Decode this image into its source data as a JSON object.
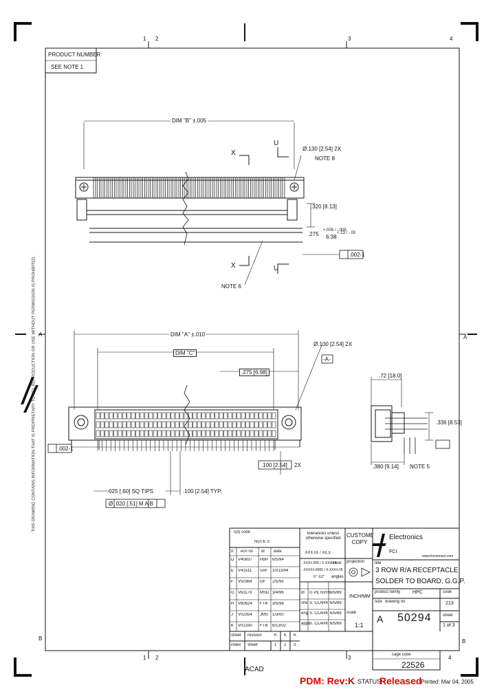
{
  "zones": {
    "top": [
      "1",
      "2",
      "3",
      "4"
    ],
    "bottom": [
      "1",
      "2",
      "3",
      "4"
    ],
    "rows": [
      "A",
      "B"
    ]
  },
  "product_box": {
    "title": "PRODUCT NUMBER",
    "value": "SEE NOTE 1"
  },
  "top_view": {
    "dim_b": "DIM \"B\" ±.005",
    "hole": "Ø.130 [2.54] 2X",
    "note8": "NOTE 8",
    "x_top": "X",
    "u_top": "U",
    "dim_320": ".320 [8.13]",
    "dim_275": ".275",
    "tol_275": "+.005 / -.005",
    "dim_638": "6.38",
    "tol_638": "+.13 / -.00",
    "flat": ".002-1",
    "x_bot": "X",
    "u_bot": "U",
    "note6": "NOTE 6"
  },
  "front_view": {
    "dim_a": "DIM \"A\" ±.010",
    "dim_c": "DIM \"C\"",
    "dim_275": ".275 [6.98]",
    "hole": "Ø.100 [2.54] 2X",
    "datum": "-A-",
    "flat": ".002-1",
    "dim_100_2x": ".100 [2.54]",
    "two_x": "2X",
    "dim_025": ".025 [.60] SQ TIPS",
    "dim_100_typ": ".100 [2.54] TYP.",
    "tolerance": "Ø .020 [.51] M A B"
  },
  "side_view": {
    "dim_72": ".72 [18.0]",
    "dim_336": ".336 [8.53]",
    "dim_380": ".380 [9.14]",
    "note5": "NOTE 5"
  },
  "title_block": {
    "rohs": "r(d) code",
    "note3": "NOTE 3",
    "rev_headers": [
      "tr",
      "ecn no",
      "dr",
      "date"
    ],
    "revisions": [
      {
        "tr": "D",
        "ecn": "V40837",
        "dr": "PBP",
        "date": "6/5/94"
      },
      {
        "tr": "E",
        "ecn": "V41511",
        "dr": "SAF",
        "date": "10/13/94"
      },
      {
        "tr": "F",
        "ecn": "V50364",
        "dr": "GF",
        "date": "2/5/95"
      },
      {
        "tr": "G",
        "ecn": "V61173",
        "dr": "MSD",
        "date": "3/4/96"
      },
      {
        "tr": "H",
        "ecn": "V80624",
        "dr": "FTB",
        "date": "3/5/98"
      },
      {
        "tr": "J",
        "ecn": "V02354",
        "dr": "JMS",
        "date": "1/3/00"
      },
      {
        "tr": "K",
        "ecn": "V01330",
        "dr": "FTB",
        "date": "6/13/02"
      }
    ],
    "tolerances_title": "tolerances unless otherwise specified",
    "tol_lines": [
      ".XX±.01 / X±.3",
      ".XXX±.005 / X.XX±.13",
      ".XXXX±.0005 / X.XXX±.05"
    ],
    "tol_row_label": "linear",
    "angles_label": "angles",
    "angles_value": "0° ±2°",
    "approvals": [
      {
        "role": "dr",
        "name": "G PETERS",
        "date": "6/5/89"
      },
      {
        "role": "chk",
        "name": "S. CLARK",
        "date": "6/5/89"
      },
      {
        "role": "eng",
        "name": "S. CLARK",
        "date": "6/5/89"
      },
      {
        "role": "appd",
        "name": "S. CLARK",
        "date": "6/5/89"
      }
    ],
    "customer_copy": "CUSTOMER COPY",
    "projection": "projection",
    "units": "INCH/MM",
    "scale_label": "scale",
    "scale_value": "1:1",
    "company": "Electronics",
    "company_sub": "FCI",
    "website": "www.fciconnect.com",
    "title_label": "title",
    "title_line1": "3 ROW R/A RECEPTACLE",
    "title_line2": "SOLDER TO BOARD, G.G.P.",
    "product_family_label": "product family",
    "product_family_value": "HPC",
    "code_label": "code",
    "code_value": "213",
    "size_label": "size",
    "drawing_no_label": "drawing no",
    "size_value": "A",
    "drawing_no": "50294",
    "sheet_label": "sheet",
    "sheet_value": "1 of 3",
    "sheet_index_labels": [
      "sheet",
      "index",
      "revision",
      "sheet"
    ],
    "sheet_index_vals": [
      "K",
      "K",
      "K",
      "1",
      "2",
      "3"
    ],
    "cage_label": "cage code",
    "cage_value": "22526",
    "acad": "ACAD"
  },
  "footer": {
    "pdm": "PDM: Rev:K",
    "status_label": "STATUS:",
    "status_value": "Released",
    "printed": "Printed: Mar 04, 2005"
  },
  "side_text": "THIS DRAWING CONTAINS INFORMATION THAT IS PROPRIETARY TO FCI. REPRODUCTION OR USE WITHOUT PERMISSION IS PROHIBITED."
}
